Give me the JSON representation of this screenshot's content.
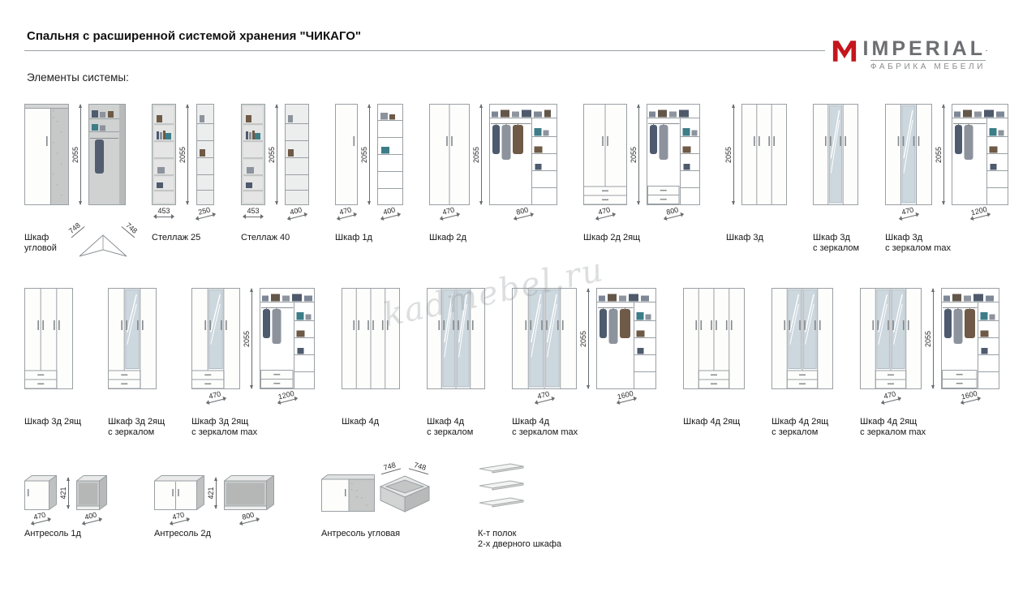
{
  "header": {
    "title": "Спальня с расширенной системой хранения \"ЧИКАГО\"",
    "section_label": "Элементы системы:"
  },
  "brand": {
    "name": "IMPERIAL",
    "tagline": "ФАБРИКА МЕБЕЛИ",
    "accent_color": "#c4161c",
    "logo_mark": "M"
  },
  "watermark": "kadmebel.ru",
  "rows": [
    {
      "items": [
        {
          "name": [
            "Шкаф",
            "угловой"
          ],
          "views": [
            {
              "kind": "corner-closed",
              "w": 55
            },
            {
              "kind": "hdim",
              "label": "2055"
            },
            {
              "kind": "corner-open",
              "w": 46
            }
          ],
          "plan": {
            "dims": [
              "748",
              "748"
            ]
          }
        },
        {
          "name": [
            "Стеллаж 25"
          ],
          "views": [
            {
              "kind": "rack",
              "w": 30,
              "dim": "453",
              "flat": true
            },
            {
              "kind": "hdim",
              "label": "2055"
            },
            {
              "kind": "rack-side",
              "w": 22,
              "dim": "250"
            }
          ]
        },
        {
          "name": [
            "Стеллаж 40"
          ],
          "views": [
            {
              "kind": "rack",
              "w": 30,
              "dim": "453",
              "flat": true
            },
            {
              "kind": "hdim",
              "label": "2055"
            },
            {
              "kind": "rack-side",
              "w": 30,
              "dim": "400"
            }
          ]
        },
        {
          "name": [
            "Шкаф 1д"
          ],
          "views": [
            {
              "kind": "closed",
              "w": 28,
              "doors": 1,
              "dim": "470"
            },
            {
              "kind": "hdim",
              "label": "2055"
            },
            {
              "kind": "open-narrow",
              "w": 32,
              "dim": "400"
            }
          ]
        },
        {
          "name": [
            "Шкаф 2д"
          ],
          "views": [
            {
              "kind": "closed",
              "w": 50,
              "doors": 2,
              "dim": "470"
            },
            {
              "kind": "hdim",
              "label": "2055"
            },
            {
              "kind": "open",
              "w": 84,
              "dim": "800"
            }
          ]
        },
        {
          "name": [
            "Шкаф 2д 2ящ"
          ],
          "views": [
            {
              "kind": "closed",
              "w": 54,
              "doors": 2,
              "drawers": true,
              "dspan": [
                0,
                1
              ],
              "dim": "470"
            },
            {
              "kind": "hdim",
              "label": "2055"
            },
            {
              "kind": "open",
              "w": 66,
              "drawers": true,
              "dim": "800"
            }
          ]
        },
        {
          "name": [
            "Шкаф 3д"
          ],
          "views": [
            {
              "kind": "hdim",
              "label": "2055"
            },
            {
              "kind": "closed",
              "w": 56,
              "doors": 3
            }
          ]
        },
        {
          "name": [
            "Шкаф 3д",
            "с зеркалом"
          ],
          "views": [
            {
              "kind": "closed",
              "w": 56,
              "doors": 3,
              "mirrors": [
                1
              ]
            }
          ]
        },
        {
          "name": [
            "Шкаф 3д",
            "с зеркалом max"
          ],
          "views": [
            {
              "kind": "closed",
              "w": 58,
              "doors": 3,
              "mirrors": [
                1
              ],
              "dim": "470"
            },
            {
              "kind": "hdim",
              "label": "2055"
            },
            {
              "kind": "open",
              "w": 70,
              "dim": "1200"
            }
          ]
        }
      ]
    },
    {
      "items": [
        {
          "name": [
            "Шкаф 3д 2ящ"
          ],
          "views": [
            {
              "kind": "closed",
              "w": 60,
              "doors": 3,
              "drawers": true,
              "dspan": [
                0,
                0.67
              ]
            }
          ]
        },
        {
          "name": [
            "Шкаф 3д 2ящ",
            "с зеркалом"
          ],
          "views": [
            {
              "kind": "closed",
              "w": 60,
              "doors": 3,
              "mirrors": [
                1
              ],
              "drawers": true,
              "dspan": [
                0,
                0.67
              ]
            }
          ]
        },
        {
          "name": [
            "Шкаф 3д 2ящ",
            "с зеркалом max"
          ],
          "views": [
            {
              "kind": "closed",
              "w": 60,
              "doors": 3,
              "mirrors": [
                1
              ],
              "drawers": true,
              "dspan": [
                0,
                0.67
              ],
              "dim": "470"
            },
            {
              "kind": "hdim",
              "label": "2055"
            },
            {
              "kind": "open",
              "w": 68,
              "drawers": true,
              "dim": "1200"
            }
          ]
        },
        {
          "name": [
            "Шкаф 4д"
          ],
          "views": [
            {
              "kind": "closed",
              "w": 72,
              "doors": 4
            }
          ]
        },
        {
          "name": [
            "Шкаф 4д",
            "с зеркалом"
          ],
          "views": [
            {
              "kind": "closed",
              "w": 72,
              "doors": 4,
              "mirrors": [
                1,
                2
              ]
            }
          ]
        },
        {
          "name": [
            "Шкаф 4д",
            "с зеркалом max"
          ],
          "views": [
            {
              "kind": "closed",
              "w": 80,
              "doors": 4,
              "mirrors": [
                1,
                2
              ],
              "dim": "470"
            },
            {
              "kind": "hdim",
              "label": "2055"
            },
            {
              "kind": "open",
              "w": 74,
              "dim": "1600"
            }
          ]
        },
        {
          "name": [
            "Шкаф 4д 2ящ"
          ],
          "views": [
            {
              "kind": "closed",
              "w": 76,
              "doors": 4,
              "drawers": true,
              "dspan": [
                0.25,
                0.75
              ]
            }
          ]
        },
        {
          "name": [
            "Шкаф 4д 2ящ",
            "с зеркалом"
          ],
          "views": [
            {
              "kind": "closed",
              "w": 76,
              "doors": 4,
              "mirrors": [
                1,
                2
              ],
              "drawers": true,
              "dspan": [
                0.25,
                0.75
              ]
            }
          ]
        },
        {
          "name": [
            "Шкаф 4д 2ящ",
            "с зеркалом max"
          ],
          "views": [
            {
              "kind": "closed",
              "w": 76,
              "doors": 4,
              "mirrors": [
                1,
                2
              ],
              "drawers": true,
              "dspan": [
                0.25,
                0.75
              ],
              "dim": "470"
            },
            {
              "kind": "hdim",
              "label": "2055"
            },
            {
              "kind": "open",
              "w": 72,
              "drawers": true,
              "dim": "1600"
            }
          ]
        }
      ]
    },
    {
      "items": [
        {
          "name": [
            "Антресоль 1д"
          ],
          "views": [
            {
              "kind": "box-closed",
              "w": 40,
              "doors": 1,
              "dim": "470"
            },
            {
              "kind": "hdim",
              "label": "421",
              "h": 40
            },
            {
              "kind": "box-open",
              "w": 38,
              "dim": "400"
            }
          ]
        },
        {
          "name": [
            "Антресоль 2д"
          ],
          "views": [
            {
              "kind": "box-closed",
              "w": 62,
              "doors": 2,
              "dim": "470"
            },
            {
              "kind": "hdim",
              "label": "421",
              "h": 40
            },
            {
              "kind": "box-open",
              "w": 62,
              "dim": "800"
            }
          ]
        },
        {
          "name": [
            "Антресоль угловая"
          ],
          "views": [
            {
              "kind": "corner-box-closed",
              "w": 66
            },
            {
              "kind": "corner-box-open",
              "w": 64,
              "dims": [
                "748",
                "748"
              ]
            }
          ]
        },
        {
          "name": [
            "К-т полок",
            "2-х дверного шкафа"
          ],
          "views": [
            {
              "kind": "shelfkit",
              "w": 58
            }
          ]
        }
      ]
    }
  ]
}
